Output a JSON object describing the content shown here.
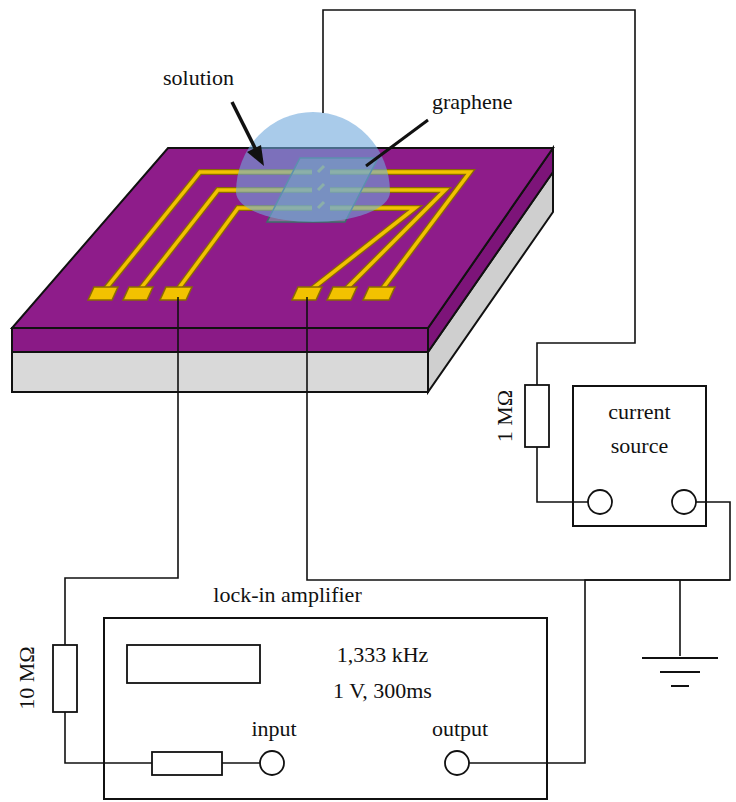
{
  "diagram": {
    "nodes": [
      {
        "text": [
          "lock-in amplifier",
          "1,333 kHz",
          "1 V, 300ms",
          "input",
          "output"
        ]
      },
      {
        "text": [
          "current source"
        ]
      }
    ],
    "edges": [
      {
        "from": 0,
        "to": 1,
        "arrow": "none"
      }
    ],
    "labels": [
      "solution",
      "graphene",
      "1 MΩ",
      "10 MΩ"
    ]
  }
}
